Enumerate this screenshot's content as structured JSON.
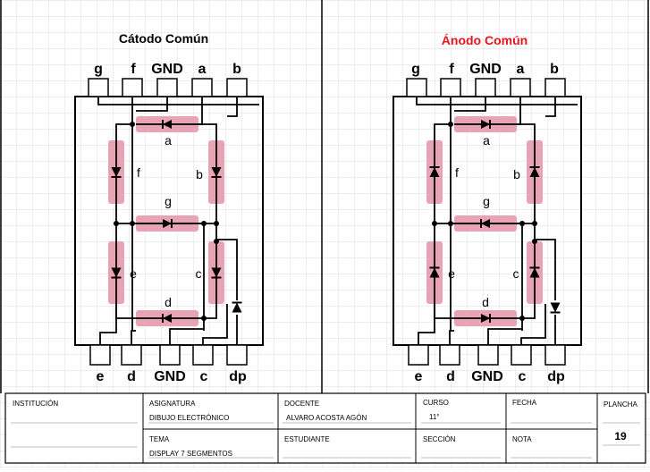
{
  "left_panel": {
    "title": "Cátodo Común",
    "top_pins": [
      "g",
      "f",
      "GND",
      "a",
      "b"
    ],
    "bottom_pins": [
      "e",
      "d",
      "GND",
      "c",
      "dp"
    ],
    "segments": [
      "a",
      "b",
      "c",
      "d",
      "e",
      "f",
      "g"
    ]
  },
  "right_panel": {
    "title": "Ánodo Común",
    "top_pins": [
      "g",
      "f",
      "GND",
      "a",
      "b"
    ],
    "bottom_pins": [
      "e",
      "d",
      "GND",
      "c",
      "dp"
    ],
    "segments": [
      "a",
      "b",
      "c",
      "d",
      "e",
      "f",
      "g"
    ]
  },
  "title_block": {
    "institucion": {
      "label": "INSTITUCIÓN",
      "value": ""
    },
    "asignatura": {
      "label": "ASIGNATURA",
      "value": "DIBUJO ELECTRÓNICO"
    },
    "docente": {
      "label": "DOCENTE",
      "value": "ALVARO ACOSTA AGÓN"
    },
    "curso": {
      "label": "CURSO",
      "value": "11°"
    },
    "fecha": {
      "label": "FECHA",
      "value": ""
    },
    "plancha": {
      "label": "PLANCHA",
      "value": "19"
    },
    "tema": {
      "label": "TEMA",
      "value": "DISPLAY 7 SEGMENTOS"
    },
    "estudiante": {
      "label": "ESTUDIANTE",
      "value": ""
    },
    "seccion": {
      "label": "SECCIÓN",
      "value": ""
    },
    "nota": {
      "label": "NOTA",
      "value": ""
    }
  },
  "colors": {
    "left_title": "#000000",
    "right_title": "#e8141c",
    "segment_fill": "#e8a4b4",
    "grid": "#c8c8c8",
    "line": "#000000"
  }
}
